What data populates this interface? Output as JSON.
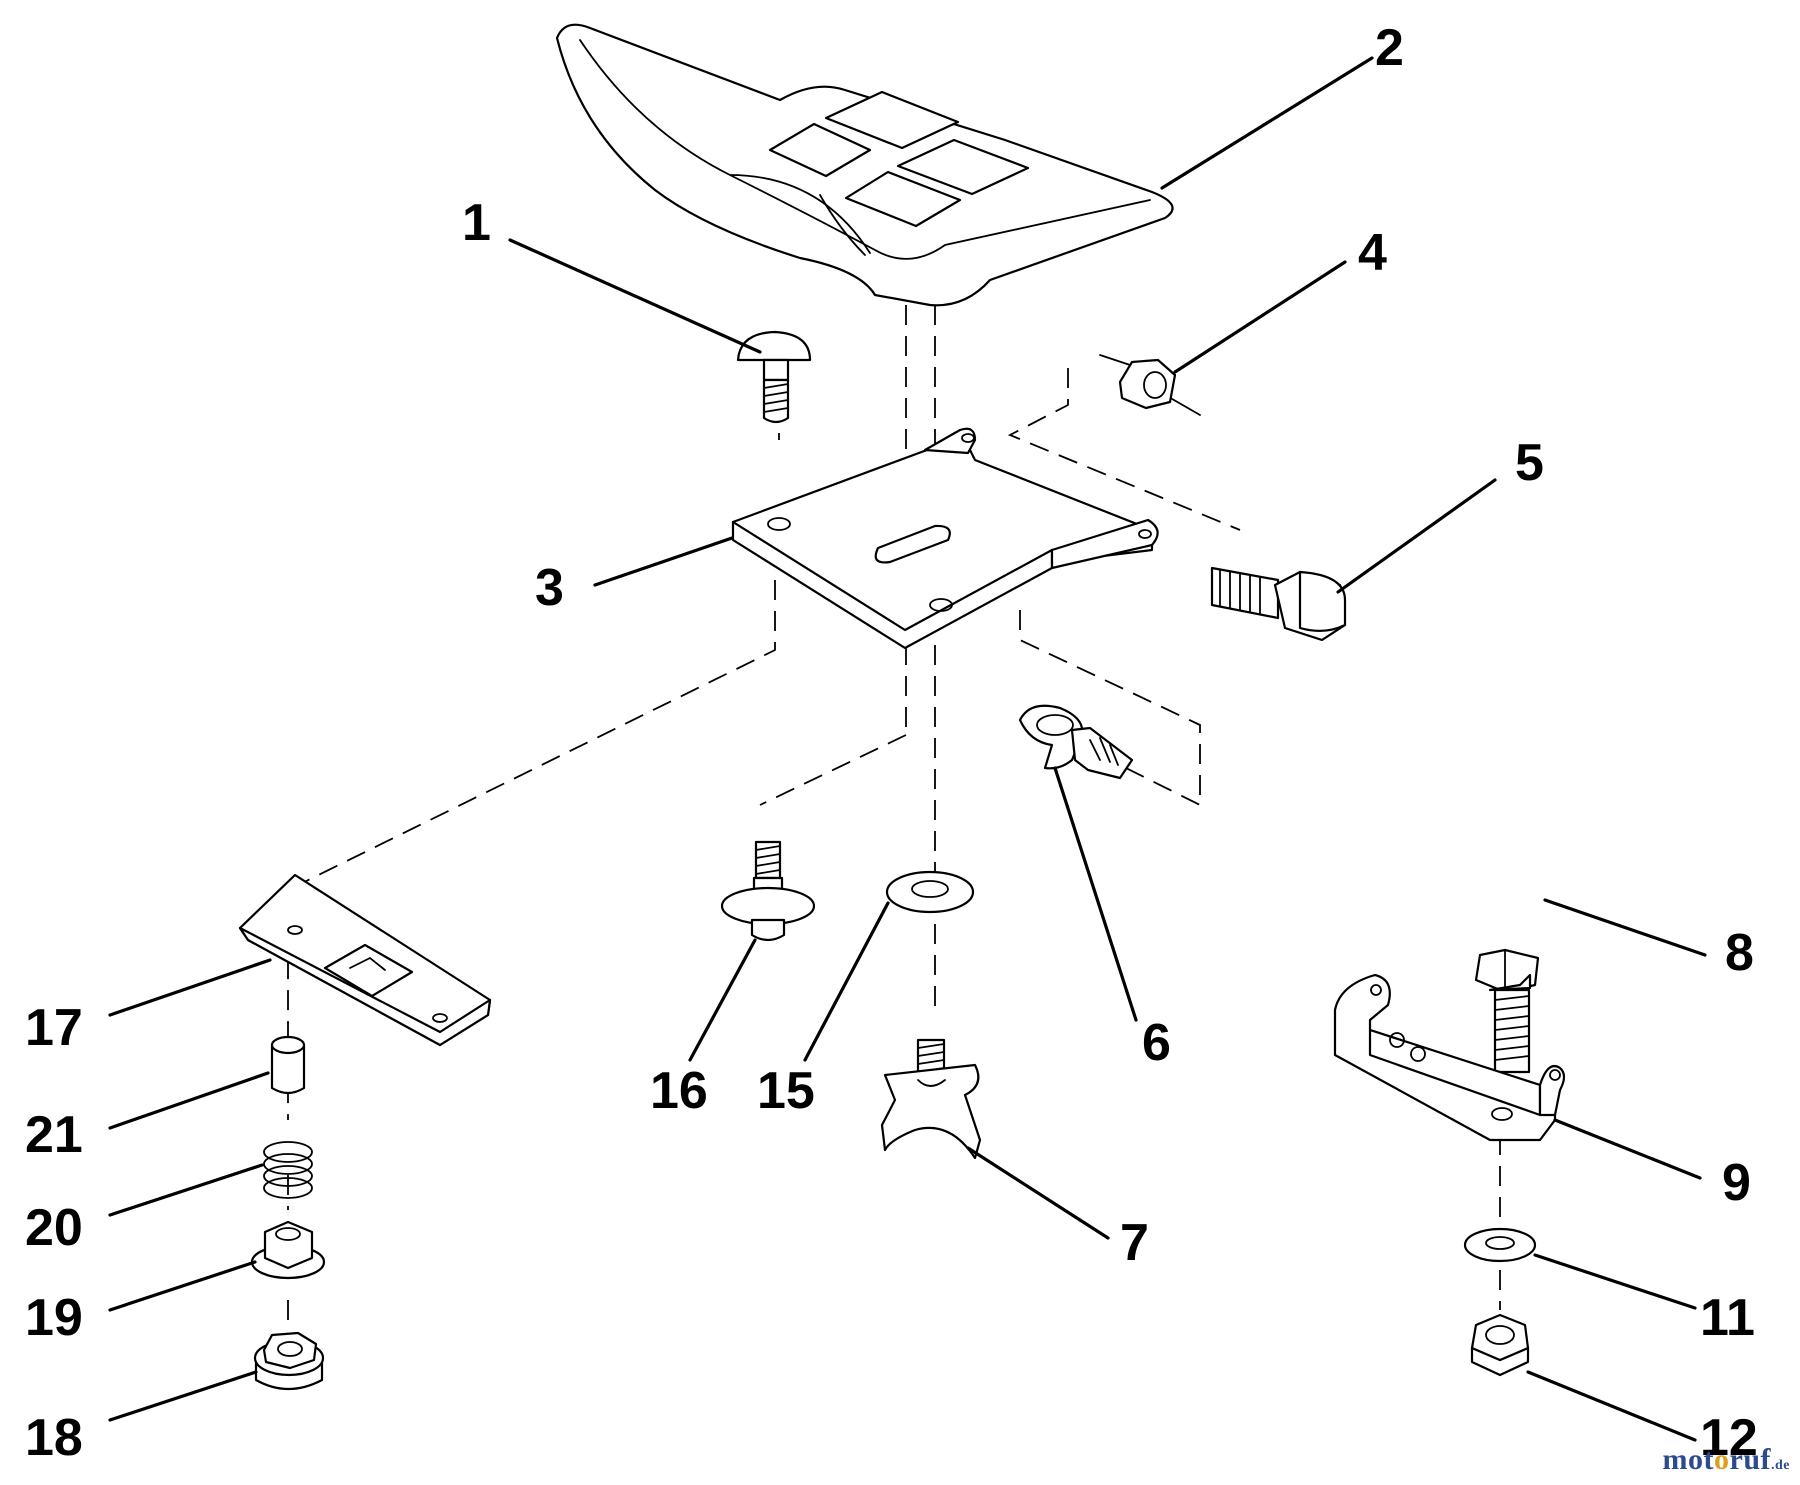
{
  "callouts": [
    {
      "id": "1",
      "label": "1"
    },
    {
      "id": "2",
      "label": "2"
    },
    {
      "id": "3",
      "label": "3"
    },
    {
      "id": "4",
      "label": "4"
    },
    {
      "id": "5",
      "label": "5"
    },
    {
      "id": "6",
      "label": "6"
    },
    {
      "id": "7",
      "label": "7"
    },
    {
      "id": "8",
      "label": "8"
    },
    {
      "id": "9",
      "label": "9"
    },
    {
      "id": "11",
      "label": "11"
    },
    {
      "id": "12",
      "label": "12"
    },
    {
      "id": "15",
      "label": "15"
    },
    {
      "id": "16",
      "label": "16"
    },
    {
      "id": "17",
      "label": "17"
    },
    {
      "id": "18",
      "label": "18"
    },
    {
      "id": "19",
      "label": "19"
    },
    {
      "id": "20",
      "label": "20"
    },
    {
      "id": "21",
      "label": "21"
    }
  ],
  "watermark": {
    "prefix": "mot",
    "highlight": "o",
    "rest": "ruf",
    "suffix": ".de"
  },
  "colors": {
    "line": "#000000",
    "background": "#ffffff",
    "watermark": "#2b4b8c",
    "watermark_accent": "#d8a020"
  }
}
